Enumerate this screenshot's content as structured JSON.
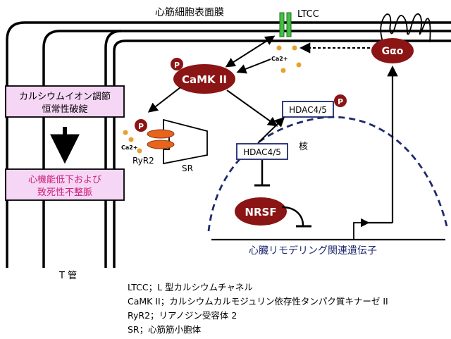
{
  "labels": {
    "membrane": "心筋細胞表面膜",
    "ltcc": "LTCC",
    "galpha": "Gαo",
    "camk": "CaMK II",
    "ca2": "Ca2+",
    "p": "P",
    "hdac_top": "HDAC4/5",
    "hdac_mid": "HDAC4/5",
    "nucleus": "核",
    "ryr2": "RyR2",
    "sr": "SR",
    "nrsf": "NRSF",
    "remodeling": "心臓リモデリング関連遺伝子",
    "t_tubule": "T 管",
    "box1": [
      "カルシウムイオン調節",
      "恒常性破綻"
    ],
    "box2": [
      "心機能低下および",
      "致死性不整脈"
    ]
  },
  "legend": [
    "LTCC；L 型カルシウムチャネル",
    "CaMK II；カルシウムカルモジュリン依存性タンパク質キナーゼ II",
    "RyR2；リアノジン受容体 2",
    "SR；心筋筋小胞体"
  ],
  "colors": {
    "dark_red": "#8b1414",
    "green": "#45c045",
    "orange": "#e8a030",
    "ryr_orange": "#e8641e",
    "pink_box": "#f5d6f5",
    "magenta_text": "#cc1e7a",
    "navy": "#1e2a6e"
  }
}
